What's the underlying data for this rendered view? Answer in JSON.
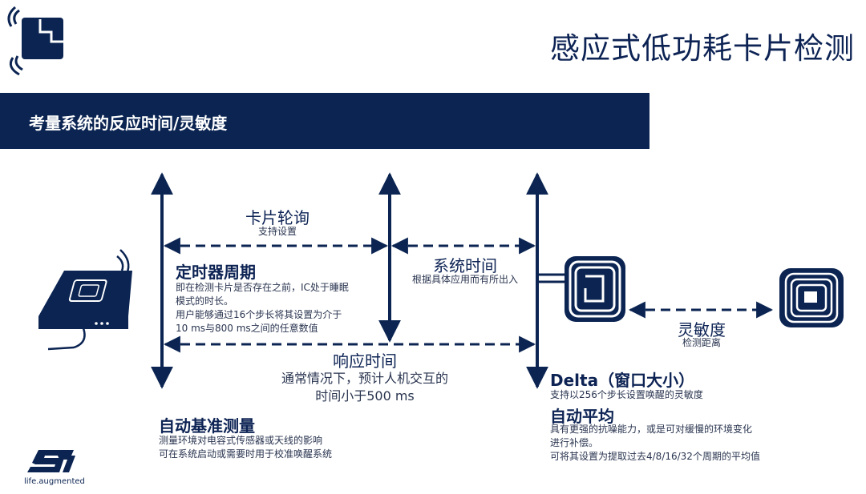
{
  "header": {
    "title": "感应式低功耗卡片检测",
    "banner": "考量系统的反应时间/灵敏度",
    "brand_tagline": "life.augmented"
  },
  "card_polling": {
    "title": "卡片轮询",
    "sub": "支持设置"
  },
  "timer_period": {
    "title": "定时器周期",
    "lines": [
      "即在检测卡片是否存在之前，IC处于睡眠",
      "模式的时长。",
      "用户能够通过16个步长将其设置为介于",
      "10 ms与800 ms之间的任意数值"
    ]
  },
  "system_time": {
    "title": "系统时间",
    "sub": "根据具体应用而有所出入"
  },
  "response_time": {
    "title": "响应时间",
    "lines": [
      "通常情况下，预计人机交互的",
      "时间小于500 ms"
    ]
  },
  "sensitivity": {
    "title": "灵敏度",
    "sub": "检测距离"
  },
  "delta": {
    "title": "Delta（窗口大小）",
    "sub": "支持以256个步长设置唤醒的灵敏度"
  },
  "auto_avg": {
    "title": "自动平均",
    "lines": [
      "具有更强的抗噪能力，或是可对缓慢的环境变化",
      "进行补偿。",
      "可将其设置为提取过去4/8/16/32个周期的平均值"
    ]
  },
  "auto_cal": {
    "title": "自动基准测量",
    "lines": [
      "测量环境对电容式传感器或天线的影响",
      "可在系统启动或需要时用于校准唤醒系统"
    ]
  },
  "colors": {
    "navy": "#0b2452",
    "text": "#2a3550"
  }
}
